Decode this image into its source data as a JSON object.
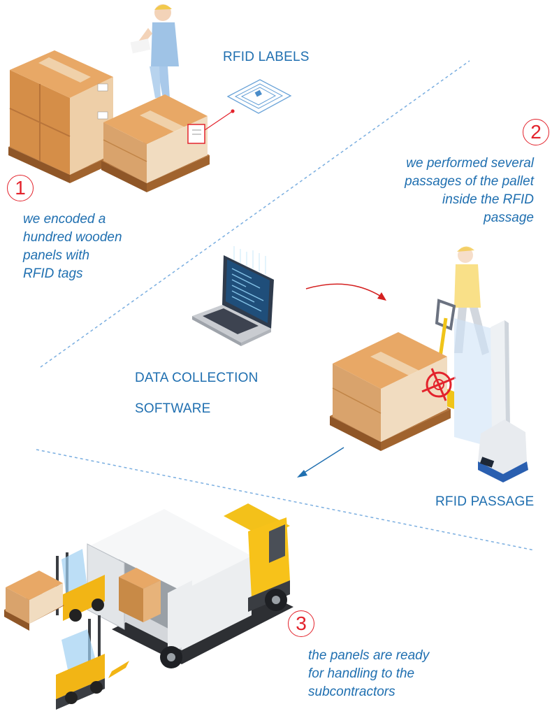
{
  "labels": {
    "rfid_labels": "RFID LABELS",
    "data_collection": [
      "DATA COLLECTION",
      "SOFTWARE"
    ],
    "rfid_passage": "RFID PASSAGE"
  },
  "steps": [
    {
      "number": "1",
      "text": [
        "we encoded a",
        "hundred wooden",
        "panels with",
        "RFID tags"
      ]
    },
    {
      "number": "2",
      "text": [
        "we performed several",
        "passages of the pallet",
        "inside the RFID",
        "passage"
      ]
    },
    {
      "number": "3",
      "text": [
        "the panels are ready",
        "for handling to the",
        "subcontractors"
      ]
    }
  ],
  "colors": {
    "text": "#1f6fb0",
    "step_accent": "#e3232c",
    "box_top": "#e8a866",
    "box_side": "#c97f3a",
    "pallet": "#b5743a",
    "truck_cab": "#f7c21a",
    "forklift": "#f2b515",
    "divider": "#5b9bd5"
  }
}
